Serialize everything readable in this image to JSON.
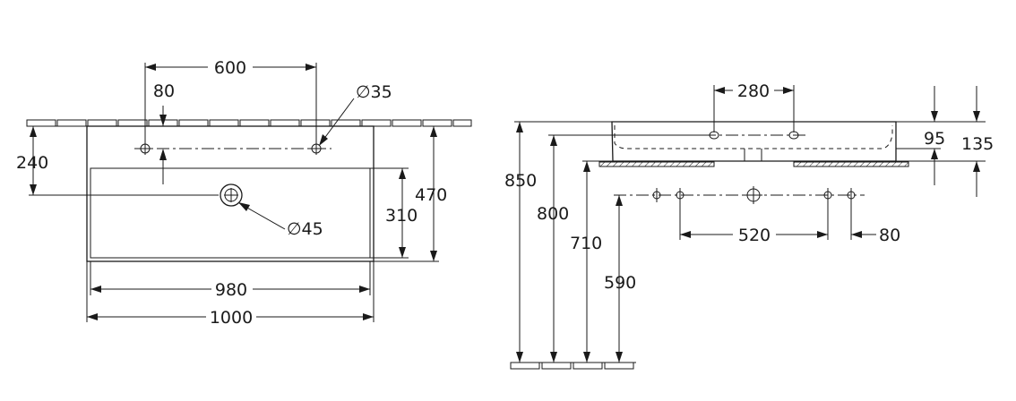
{
  "front_view": {
    "dims": {
      "tap_holes_spacing": "600",
      "tap_hole_offset": "80",
      "tap_hole_diameter": "∅35",
      "waste_height": "240",
      "waste_diameter": "∅45",
      "basin_height": "310",
      "total_height": "470",
      "inner_width": "980",
      "total_width": "1000"
    }
  },
  "side_view": {
    "dims": {
      "tap_spacing": "280",
      "rim_height_95": "95",
      "rim_height_135": "135",
      "overall_height": "850",
      "height_800": "800",
      "height_710": "710",
      "fixing_height": "590",
      "fixing_spacing": "520",
      "fixing_offset": "80"
    }
  }
}
